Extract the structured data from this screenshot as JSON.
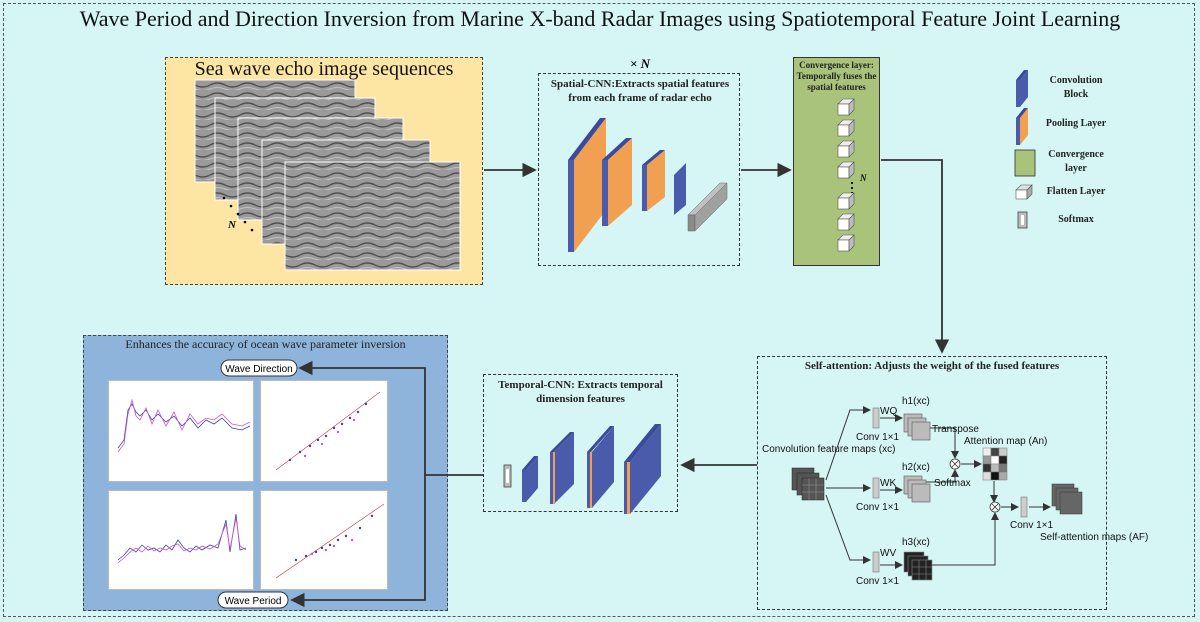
{
  "title": "Wave Period and Direction Inversion from Marine X-band Radar Images using Spatiotemporal Feature Joint Learning",
  "echo": {
    "label": "Sea wave echo image sequences",
    "n": "N"
  },
  "spatial_cnn": {
    "repeat": "× N",
    "label": "Spatial-CNN:Extracts spatial features from each frame of radar echo"
  },
  "convergence": {
    "label": "Convergence layer: Temporally fuses the spatial features",
    "n": "N"
  },
  "legend": [
    {
      "icon": "convolution-block-icon",
      "label": "Convolution Block",
      "color": "#4a5bab"
    },
    {
      "icon": "pooling-layer-icon",
      "label": "Pooling Layer",
      "color": "#f0a050"
    },
    {
      "icon": "convergence-layer-icon",
      "label": "Convergence layer",
      "color": "#a9c37b"
    },
    {
      "icon": "flatten-layer-icon",
      "label": "Flatten Layer",
      "color": "#8a8a8a"
    },
    {
      "icon": "softmax-icon",
      "label": "Softmax",
      "color": "#7a7a7a"
    }
  ],
  "self_attention": {
    "title": "Self-attention: Adjusts the weight of the fused features",
    "conv_feature": "Convolution feature maps (xc)",
    "conv1": "Conv 1×1",
    "wq": "WQ",
    "wk": "WK",
    "wv": "WV",
    "h1": "h1(xc)",
    "h2": "h2(xc)",
    "h3": "h3(xc)",
    "transpose": "Transpose",
    "softmax": "Softmax",
    "attention_map": "Attention map (An)",
    "self_attention_maps": "Self-attention maps (AF)"
  },
  "temporal_cnn": {
    "label": "Temporal-CNN: Extracts temporal dimension features"
  },
  "results": {
    "title": "Enhances the accuracy of ocean wave parameter inversion",
    "wave_direction": "Wave Direction",
    "wave_period": "Wave Period"
  }
}
